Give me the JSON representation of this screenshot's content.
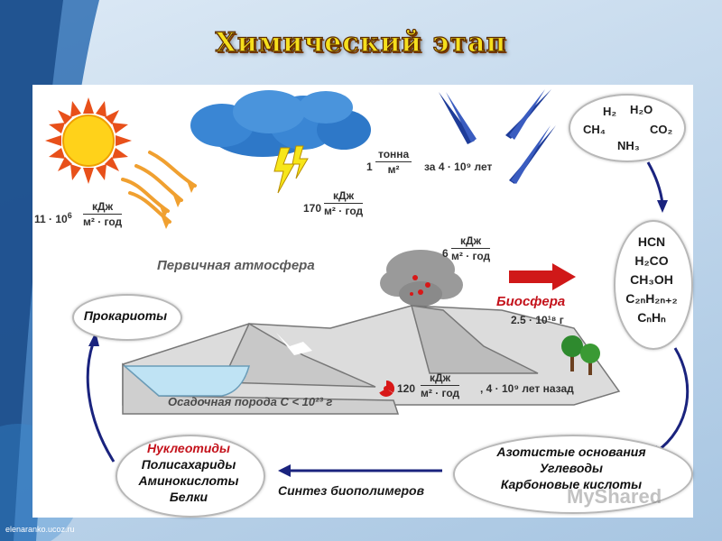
{
  "title": "Химический этап",
  "sun": {
    "energy_prefix": "11 · 10",
    "energy_exp": "6",
    "energy_num": "кДж",
    "energy_den": "м² · год"
  },
  "lightning": {
    "energy_prefix": "170",
    "energy_num": "кДж",
    "energy_den": "м² · год"
  },
  "meteors": {
    "mass_prefix": "1",
    "mass_num": "тонна",
    "mass_den": "м²",
    "period": "за 4 · 10⁹ лет"
  },
  "volcano": {
    "energy_prefix": "6",
    "energy_num": "кДж",
    "energy_den": "м² · год"
  },
  "radioactive": {
    "energy_prefix": "120",
    "energy_num": "кДж",
    "energy_den": "м² · год",
    "period": ", 4 · 10⁹ лет назад"
  },
  "labels": {
    "primary_atmosphere": "Первичная атмосфера",
    "biosphere": "Биосфера",
    "biosphere_mass": "2.5 · 10¹⁸ г",
    "sediment": "Осадочная порода С < 10²³ г",
    "synthesis": "Синтез биополимеров"
  },
  "gases": {
    "h2": "H₂",
    "h2o": "H₂O",
    "ch4": "CH₄",
    "co2": "CO₂",
    "nh3": "NH₃"
  },
  "organics": [
    "HCN",
    "H₂CO",
    "CH₃OH",
    "C₂ₙH₂ₙ₊₂",
    "CₙHₙ"
  ],
  "prokaryotes": "Прокариоты",
  "monomers": [
    "Азотистые основания",
    "Углеводы",
    "Карбоновые кислоты"
  ],
  "polymers": {
    "highlight": "Нуклеотиды",
    "items": [
      "Полисахариды",
      "Аминокислоты",
      "Белки"
    ]
  },
  "watermark": "MyShared",
  "site": "elenaranko.ucoz.ru",
  "colors": {
    "arrow": "#1a237e",
    "red_arrow": "#d01818",
    "title": "#f6df1c",
    "accent_red": "#c4121b"
  }
}
